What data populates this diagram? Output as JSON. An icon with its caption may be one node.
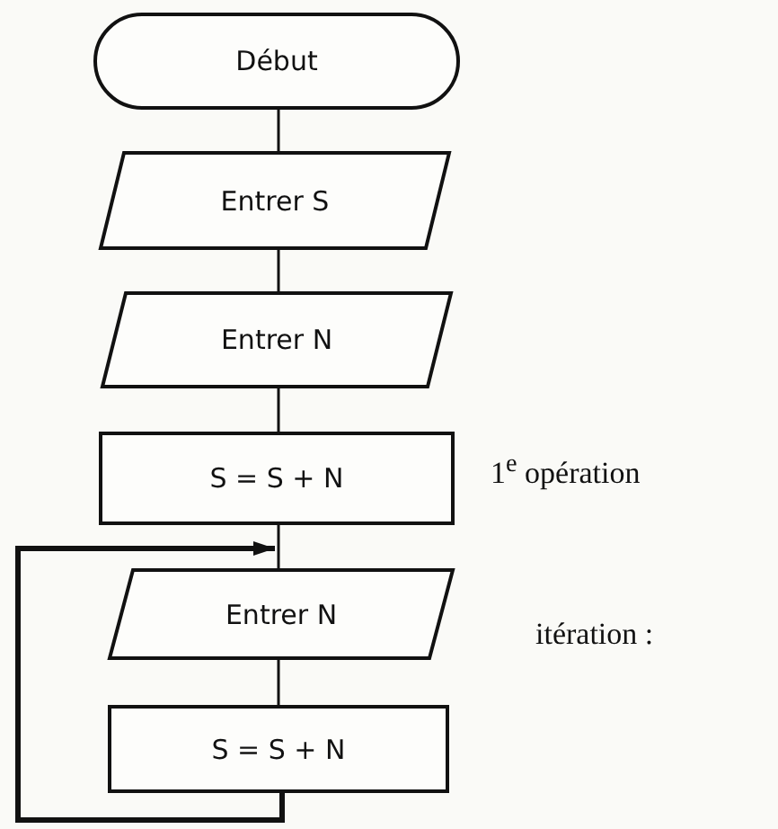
{
  "diagram": {
    "nodes": [
      {
        "text": [
          "Début"
        ]
      },
      {
        "text": [
          "Entrer S"
        ]
      },
      {
        "text": [
          "Entrer N"
        ]
      },
      {
        "text": [
          "S = S + N"
        ]
      },
      {
        "text": [
          "Entrer N"
        ]
      },
      {
        "text": [
          "S = S + N"
        ]
      }
    ],
    "edges": [
      {
        "from": 0,
        "to": 1,
        "arrow": "none"
      },
      {
        "from": 1,
        "to": 2,
        "arrow": "none"
      },
      {
        "from": 2,
        "to": 3,
        "arrow": "none"
      },
      {
        "from": 3,
        "to": 4,
        "arrow": "none"
      },
      {
        "from": 4,
        "to": 5,
        "arrow": "none"
      },
      {
        "from": 5,
        "to": 4,
        "arrow": "to",
        "style": "thick"
      }
    ],
    "labels": [
      "1$^{e}$ opération",
      "itération :"
    ]
  }
}
